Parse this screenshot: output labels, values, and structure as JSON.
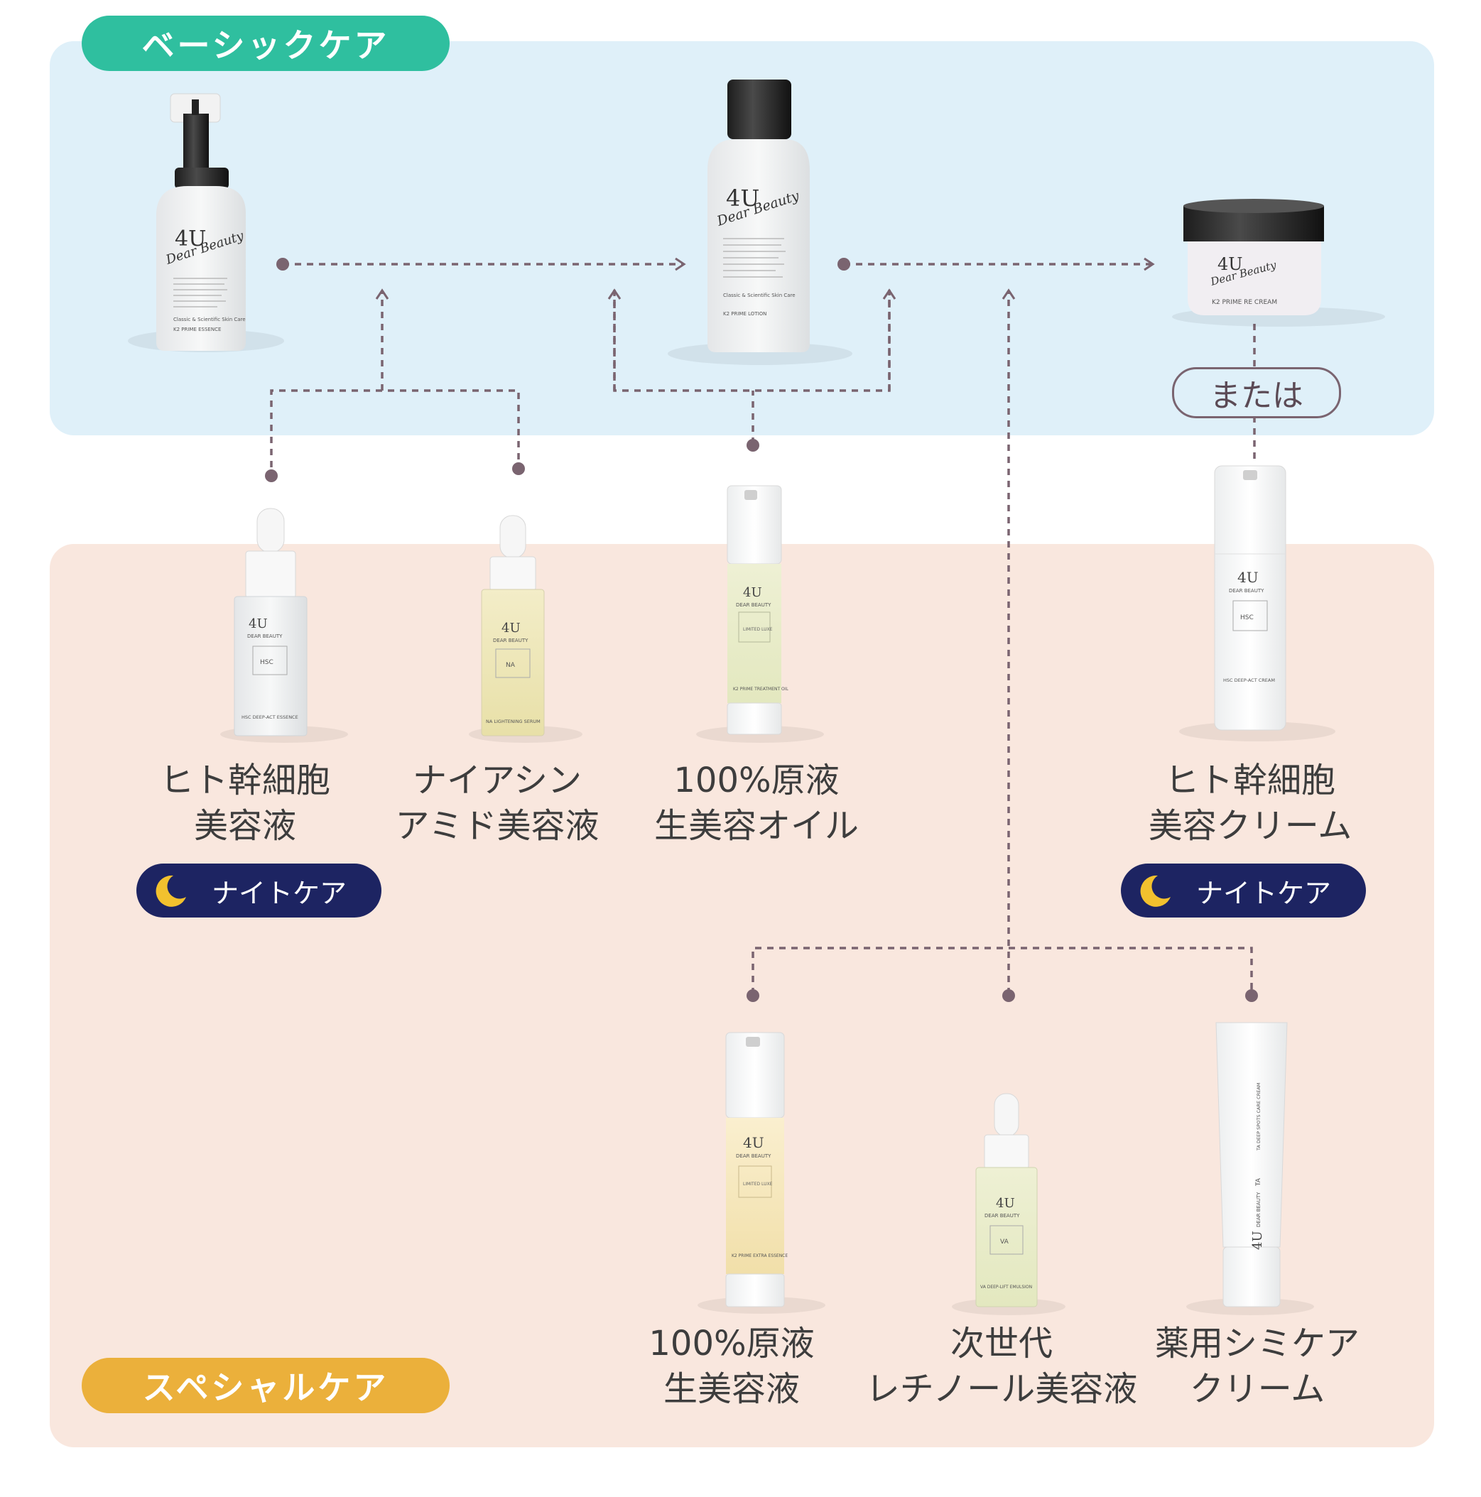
{
  "sections": {
    "basic_care": "ベーシックケア",
    "special_care": "スペシャルケア"
  },
  "or_label": "または",
  "night_care_label": "ナイトケア",
  "products": {
    "hsc_essence": {
      "line1": "ヒト幹細胞",
      "line2": "美容液",
      "bottle_name": "HSC DEEP-ACT ESSENCE",
      "code": "HSC"
    },
    "na_serum": {
      "line1": "ナイアシン",
      "line2": "アミド美容液",
      "bottle_name": "NA LIGHTENING SERUM",
      "code": "NA"
    },
    "oil": {
      "line1": "100%原液",
      "line2": "生美容オイル",
      "bottle_name": "K2 PRIME TREATMENT OIL",
      "code": "LIMITED LUXE"
    },
    "hsc_cream": {
      "line1": "ヒト幹細胞",
      "line2": "美容クリーム",
      "bottle_name": "HSC DEEP-ACT CREAM",
      "code": "HSC"
    },
    "raw_essence": {
      "line1": "100%原液",
      "line2": "生美容液",
      "bottle_name": "K2 PRIME EXTRA ESSENCE",
      "code": "LIMITED LUXE"
    },
    "retinol": {
      "line1": "次世代",
      "line2": "レチノール美容液",
      "bottle_name": "VA DEEP-LIFT EMULSION",
      "code": "VA"
    },
    "spot_cream": {
      "line1": "薬用シミケア",
      "line2": "クリーム",
      "bottle_name": "TA DEEP SPOTS CARE CREAM",
      "code": "TA"
    }
  },
  "basic_products": {
    "essence": {
      "brand": "4U",
      "script": "Dear Beauty",
      "name": "K2 PRIME ESSENCE",
      "tagline": "Classic & Scientific Skin Care"
    },
    "lotion": {
      "brand": "4U",
      "script": "Dear Beauty",
      "name": "K2 PRIME LOTION",
      "tagline": "Classic & Scientific Skin Care"
    },
    "cream": {
      "brand": "4U",
      "script": "Dear Beauty",
      "name": "K2 PRIME RE CREAM"
    }
  },
  "brand_small": "DEAR BEAUTY",
  "colors": {
    "basic_bg": "#dff0f9",
    "special_bg": "#f9e7de",
    "basic_pill": "#2fbf9f",
    "special_pill": "#ebb03b",
    "night_pill": "#1d2462",
    "connector": "#7a6470"
  }
}
